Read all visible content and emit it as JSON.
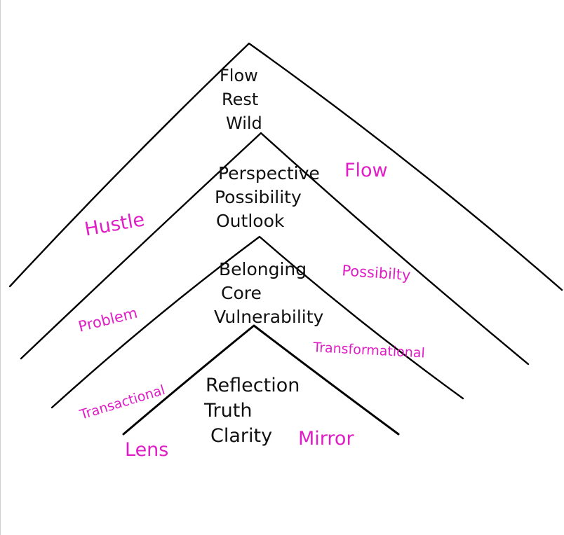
{
  "layers": [
    {
      "words": [
        "Flow",
        "Rest",
        "Wild"
      ],
      "left_label": "Hustle",
      "right_label": "Flow"
    },
    {
      "words": [
        "Perspective",
        "Possibility",
        "Outlook"
      ],
      "left_label": "Problem",
      "right_label": "Possibilty"
    },
    {
      "words": [
        "Belonging",
        "Core",
        "Vulnerability"
      ],
      "left_label": "Transactional",
      "right_label": "Transformational"
    },
    {
      "words": [
        "Reflection",
        "Truth",
        "Clarity"
      ],
      "left_label": "Lens",
      "right_label": "Mirror"
    }
  ],
  "colors": {
    "ink": "#111111",
    "accent": "#e01ec5",
    "background": "#ffffff"
  }
}
